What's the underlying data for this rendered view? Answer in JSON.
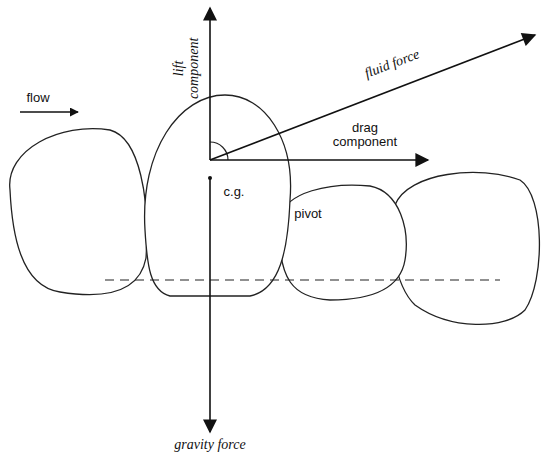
{
  "diagram": {
    "labels": [
      "flow",
      "lift component",
      "fluid force",
      "drag component",
      "c.g.",
      "pivot",
      "gravity force"
    ]
  }
}
